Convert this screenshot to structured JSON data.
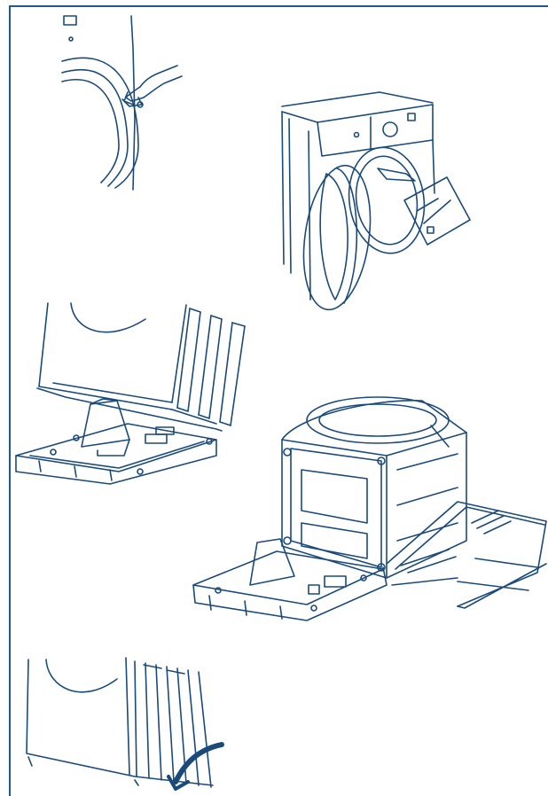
{
  "colors": {
    "line": "#1a4a7a",
    "frame": "#1e5a8c",
    "background": "#ffffff"
  },
  "illustrations": [
    {
      "id": "step-1",
      "icon": "remove-transit-strap-icon"
    },
    {
      "id": "step-2",
      "icon": "remove-document-bag-icon"
    },
    {
      "id": "step-3",
      "icon": "tilt-machine-onto-base-icon"
    },
    {
      "id": "step-4",
      "icon": "remove-polystyrene-base-icon"
    },
    {
      "id": "step-5",
      "icon": "lower-machine-arrow-icon"
    }
  ]
}
